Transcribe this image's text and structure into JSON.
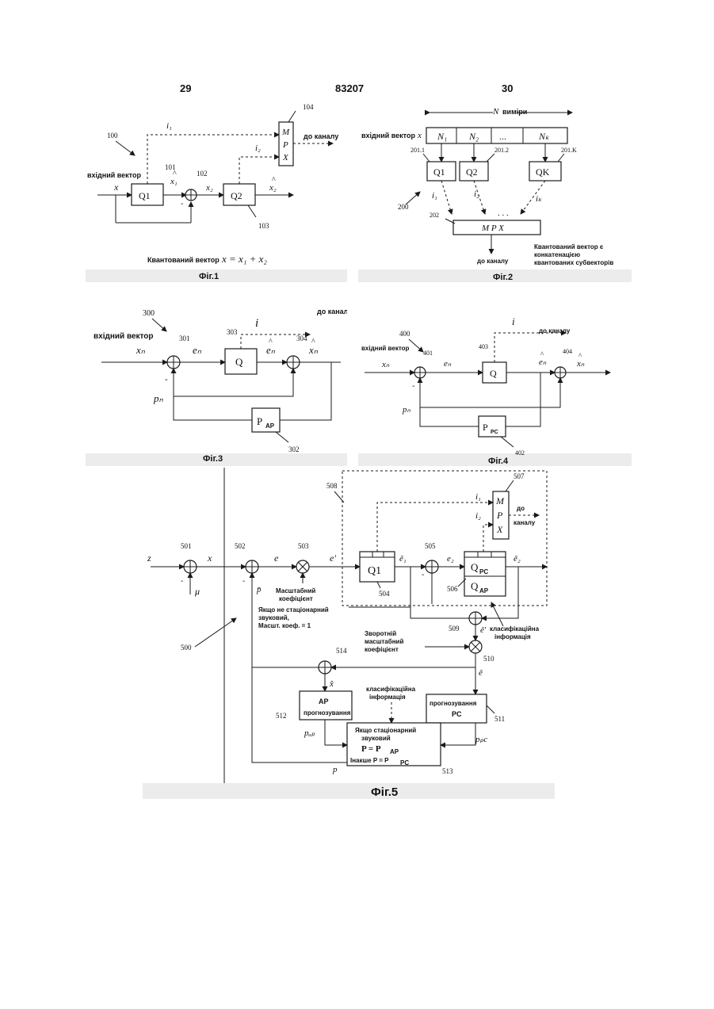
{
  "header": {
    "left_page": "29",
    "doc_number": "83207",
    "right_page": "30"
  },
  "fig1": {
    "caption": "Фіг.1",
    "ref_system": "100",
    "ref_q1": "101",
    "ref_sum": "102",
    "ref_q2": "103",
    "ref_mpx": "104",
    "input_label": "вхідний вектор",
    "x": "x",
    "q1": "Q1",
    "q2": "Q2",
    "xhat1": "x₁",
    "x2": "x₂",
    "xhat2": "x₂",
    "i1": "i₁",
    "i2": "i₂",
    "mpx_m": "M",
    "mpx_p": "P",
    "mpx_x": "X",
    "to_channel": "до каналу",
    "minus": "-",
    "formula_label": "Квантований вектор",
    "formula": "x = x₁ + x₂"
  },
  "fig2": {
    "caption": "Фіг.2",
    "ref_system": "200",
    "ref_mpx": "202",
    "dims_n": "N",
    "dims_label": "виміри",
    "input_label": "вхідний вектор",
    "x": "x",
    "segments": [
      "N₁",
      "N₂",
      "...",
      "Nₖ"
    ],
    "quantizers": [
      {
        "ref": "201.1",
        "label": "Q1",
        "index": "i₁"
      },
      {
        "ref": "201.2",
        "label": "Q2",
        "index": "i₂"
      },
      {
        "ref": "201.K",
        "label": "QK",
        "index": "iₖ"
      }
    ],
    "dots": ". . .",
    "mpx": "M P X",
    "to_channel": "до каналу",
    "note_line1": "Квантований вектор є",
    "note_line2": "конкатенацією",
    "note_line3": "квантованих субвекторів"
  },
  "fig3": {
    "caption": "Фіг.3",
    "ref_system": "300",
    "ref_sum1": "301",
    "ref_q": "303",
    "ref_sum2": "304",
    "ref_pred": "302",
    "input_label": "вхідний вектор",
    "xn": "xₙ",
    "en": "eₙ",
    "q": "Q",
    "en_hat": "eₙ",
    "xn_hat": "xₙ",
    "i": "i",
    "to_channel": "до каналу",
    "pn": "pₙ",
    "pred": "P",
    "pred_sub": "AP",
    "minus": "-"
  },
  "fig4": {
    "caption": "Фіг.4",
    "ref_system": "400",
    "ref_sum1": "401",
    "ref_q": "403",
    "ref_sum2": "404",
    "ref_pred": "402",
    "input_label": "вхідний вектор",
    "xn": "xₙ",
    "en": "eₙ",
    "q": "Q",
    "en_hat": "eₙ",
    "xn_hat": "xₙ",
    "i": "i",
    "to_channel": "до каналу",
    "pn": "pₙ",
    "pred": "P",
    "pred_sub": "PC",
    "minus": "-"
  },
  "fig5": {
    "caption": "Фіг.5",
    "refs": {
      "r500": "500",
      "r501": "501",
      "r502": "502",
      "r503": "503",
      "r504": "504",
      "r505": "505",
      "r506": "506",
      "r507": "507",
      "r508": "508",
      "r509": "509",
      "r510": "510",
      "r511": "511",
      "r512": "512",
      "r513": "513",
      "r514": "514"
    },
    "z": "z",
    "x": "x",
    "mu": "μ",
    "e": "e",
    "e_prime": "e'",
    "p_bar": "p̄",
    "q1": "Q1",
    "e1_hat": "ê₁",
    "e2": "e₂",
    "q_pc": "Q",
    "q_pc_sub": "PC",
    "q_ap": "Q",
    "q_ap_sub": "AP",
    "e2_hat": "ê₂",
    "i1": "i₁",
    "i2": "i₂",
    "mpx_m": "M",
    "mpx_p": "P",
    "mpx_x": "X",
    "to_channel_1": "до",
    "to_channel_2": "каналу",
    "scale_1": "Масштабний",
    "scale_2": "коефіцієнт",
    "nonstat_1": "Якщо не стаціонарний",
    "nonstat_2": "звуковий,",
    "nonstat_3": "Масшт. коеф. = 1",
    "class_info_1": "класифікаційна",
    "class_info_2": "інформація",
    "inv_scale_1": "Зворотній",
    "inv_scale_2": "масштабний",
    "inv_scale_3": "коефіцієнт",
    "e_prime_hat": "ê'",
    "e_hat": "ê",
    "x_hat": "x̂",
    "ap_pred_1": "АР",
    "ap_pred_2": "прогнозування",
    "pc_pred_1": "прогнозування",
    "pc_pred_2": "PC",
    "p_ap": "pₐₚ",
    "p_pc": "pₚc",
    "mid_class_1": "класифікаційна",
    "mid_class_2": "інформація",
    "sel_1": "Якщо стаціонарний",
    "sel_2": "звуковий",
    "sel_3": "P = P",
    "sel_3_sub": "AP",
    "sel_4": "Інакше  P = P",
    "sel_4_sub": "PC",
    "p": "p",
    "minus": "-"
  }
}
